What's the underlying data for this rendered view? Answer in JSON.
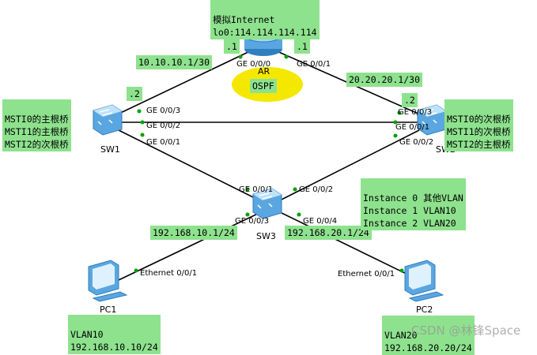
{
  "internet_box": {
    "line1": "模拟Internet",
    "line2": "lo0:114.114.114.114"
  },
  "router": {
    "name": "AR",
    "protocol": "OSPF"
  },
  "dots": {
    "ar_left": ".1",
    "ar_right": ".1",
    "sw1": ".2",
    "sw2": ".2"
  },
  "links": {
    "ar_sw1_net": "10.10.10.1/30",
    "ar_sw2_net": "20.20.20.1/30",
    "sw3_pc1_net": "192.168.10.1/24",
    "sw3_pc2_net": "192.168.20.1/24"
  },
  "ports": {
    "ar_ge000": "GE 0/0/0",
    "ar_ge001": "GE 0/0/1",
    "sw1_ge003": "GE 0/0/3",
    "sw1_ge002": "GE 0/0/2",
    "sw1_ge001": "GE 0/0/1",
    "sw2_ge003": "GE 0/0/3",
    "sw2_ge001": "GE 0/0/1",
    "sw2_ge002": "GE 0/0/2",
    "sw3_ge001": "GE 0/0/1",
    "sw3_ge002": "GE 0/0/2",
    "sw3_ge003": "GE 0/0/3",
    "sw3_ge004": "GE 0/0/4",
    "pc1_eth": "Ethernet 0/0/1",
    "pc2_eth": "Ethernet 0/0/1"
  },
  "sw1": {
    "name": "SW1",
    "roles": [
      "MSTI0的主根桥",
      "MSTI1的主根桥",
      "MSTI2的次根桥"
    ]
  },
  "sw2": {
    "name": "SW2",
    "roles": [
      "MSTI0的次根桥",
      "MSTI1的次根桥",
      "MSTI2的主根桥"
    ]
  },
  "sw3": {
    "name": "SW3"
  },
  "instances": [
    "Instance 0 其他VLAN",
    "Instance 1 VLAN10",
    "Instance 2 VLAN20"
  ],
  "pc1": {
    "name": "PC1",
    "vlan": "VLAN10",
    "ip": "192.168.10.10/24"
  },
  "pc2": {
    "name": "PC2",
    "vlan": "VLAN20",
    "ip": "192.168.20.20/24"
  },
  "watermark": "CSDN @林锋Space",
  "colors": {
    "label_bg": "#8ee28e",
    "ospf_fill": "#f5e800",
    "device_blue": "#5aa6e0"
  }
}
